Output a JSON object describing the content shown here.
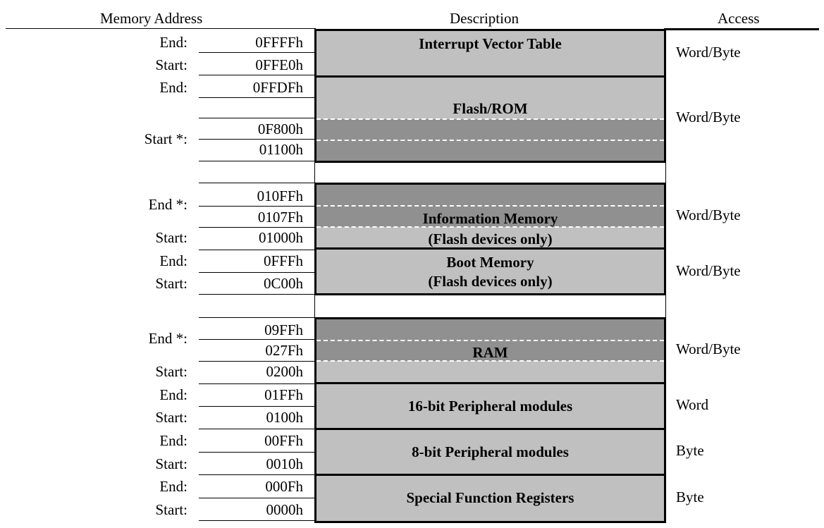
{
  "headers": {
    "address": "Memory Address",
    "description": "Description",
    "access": "Access"
  },
  "labels": {
    "end": "End:",
    "start": "Start:",
    "end_star": "End *:",
    "start_star": "Start *:"
  },
  "addresses": [
    "0FFFFh",
    "0FFE0h",
    "0FFDFh",
    "0F800h",
    "01100h",
    "010FFh",
    "0107Fh",
    "01000h",
    "0FFFh",
    "0C00h",
    "09FFh",
    "027Fh",
    "0200h",
    "01FFh",
    "0100h",
    "00FFh",
    "0010h",
    "000Fh",
    "0000h"
  ],
  "regions": {
    "ivt": "Interrupt Vector Table",
    "flash": "Flash/ROM",
    "info_1": "Information Memory",
    "info_2": "(Flash devices only)",
    "boot_1": "Boot Memory",
    "boot_2": "(Flash devices only)",
    "ram": "RAM",
    "periph16": "16-bit Peripheral modules",
    "periph8": "8-bit Peripheral modules",
    "sfr": "Special Function Registers"
  },
  "access": [
    "Word/Byte",
    "Word/Byte",
    "Word/Byte",
    "Word/Byte",
    "Word/Byte",
    "Word",
    "Byte",
    "Byte"
  ],
  "colors": {
    "light": "#c0c0c0",
    "dark": "#909090",
    "border": "#000000"
  }
}
